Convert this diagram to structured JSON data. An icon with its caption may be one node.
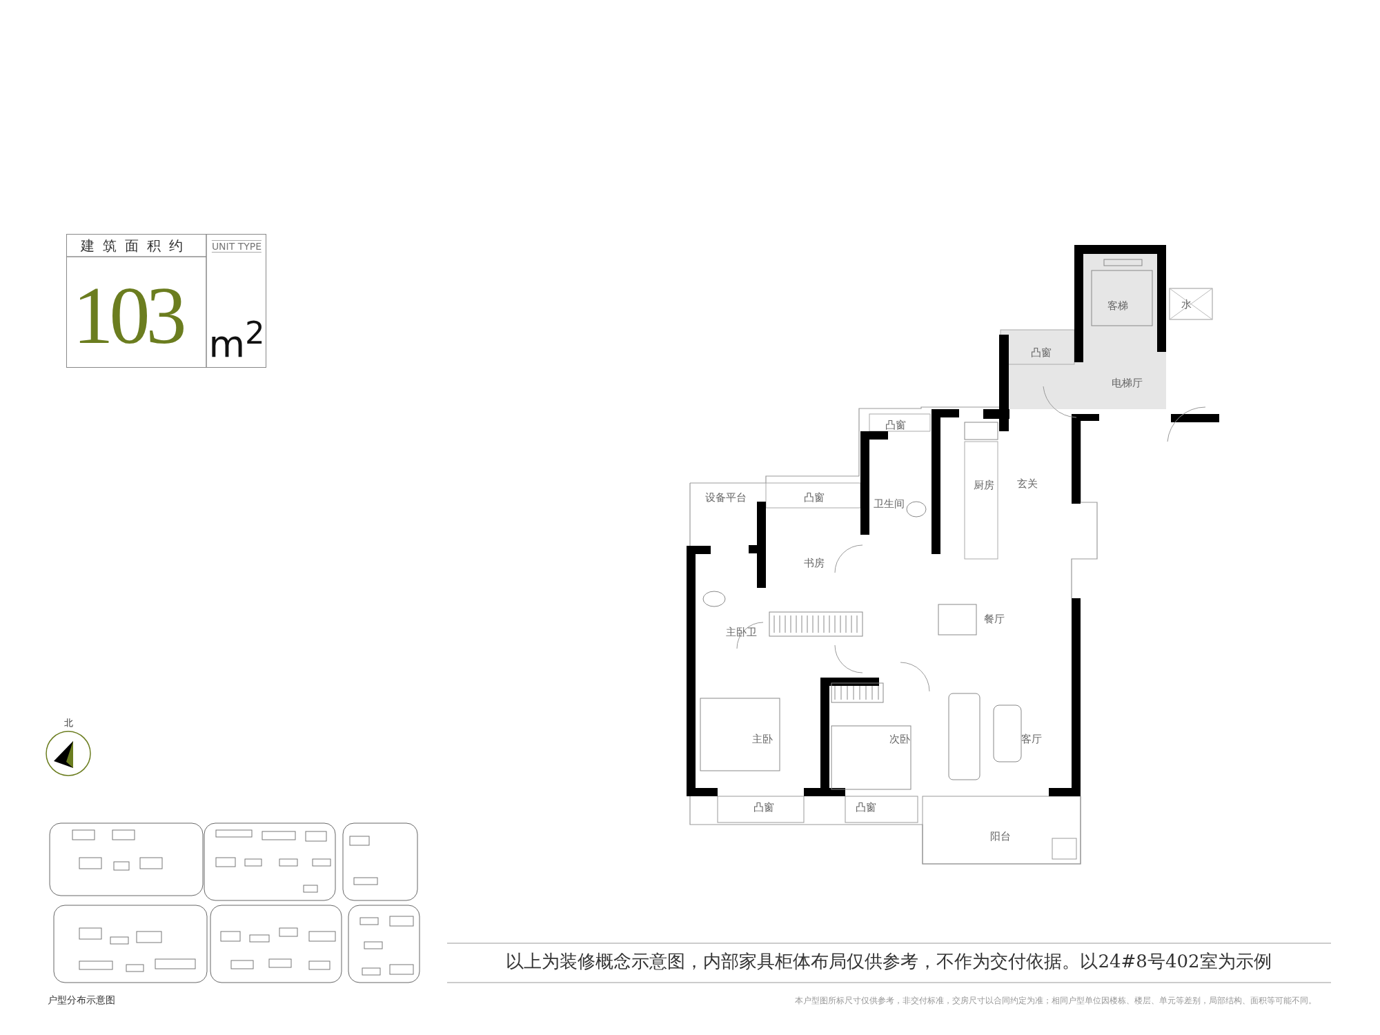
{
  "diagram": {
    "labels": [
      "建筑面积约",
      "UNIT TYPE",
      "103",
      "m$^{2}$",
      "客梯",
      "水",
      "凸窗",
      "电梯厅",
      "凸窗",
      "厨房",
      "玄关",
      "设备平台",
      "凸窗",
      "卫生间",
      "书房",
      "餐厅",
      "主卧卫",
      "主卧",
      "次卧",
      "客厅",
      "凸窗",
      "凸窗",
      "阳台",
      "北",
      "户型分布示意图",
      "以上为装修概念示意图，内部家具柜体布局仅供参考，不作为交付依据。以24#8号402室为示例",
      "本户型图所标尺寸仅供参考，非交付标准，交房尺寸以合同约定为准；相同户型单位因楼栋、楼层、单元等差别，局部结构、面积等可能不同。"
    ]
  }
}
